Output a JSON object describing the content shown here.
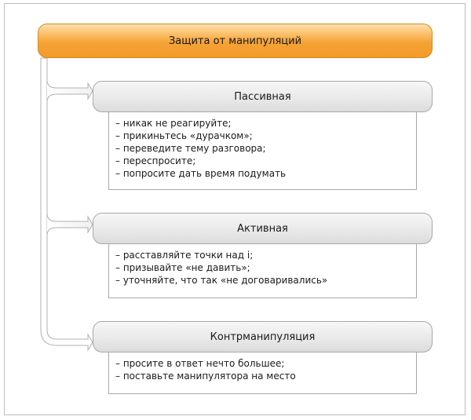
{
  "header": {
    "title": "Защита от манипуляций"
  },
  "categories": [
    {
      "title": "Пассивная",
      "items": [
        "– никак не реагируйте;",
        "– прикиньтесь «дурачком»;",
        "– переведите тему разговора;",
        "– переспросите;",
        "– попросите дать время подумать"
      ]
    },
    {
      "title": "Активная",
      "items": [
        "– расставляйте точки над i;",
        "– призывайте «не давить»;",
        "– уточняйте, что так «не договаривались»"
      ]
    },
    {
      "title": "Контрманипуляция",
      "items": [
        "– просите в ответ нечто большее;",
        "– поставьте манипулятора на место"
      ]
    }
  ]
}
